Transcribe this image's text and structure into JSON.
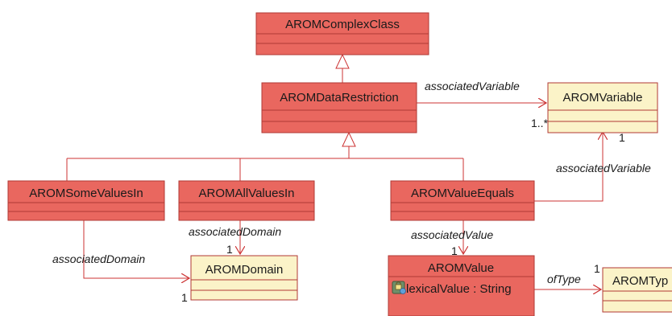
{
  "classes": {
    "complex": {
      "name": "AROMComplexClass"
    },
    "restriction": {
      "name": "AROMDataRestriction"
    },
    "variable": {
      "name": "AROMVariable"
    },
    "some_values": {
      "name": "AROMSomeValuesIn"
    },
    "all_values": {
      "name": "AROMAllValuesIn"
    },
    "value_equals": {
      "name": "AROMValueEquals"
    },
    "domain": {
      "name": "AROMDomain"
    },
    "value": {
      "name": "AROMValue",
      "attribute": "lexicalValue : String",
      "attribute_icon": "lock-attribute-icon"
    },
    "type": {
      "name": "AROMTyp"
    }
  },
  "associations": {
    "restriction_variable": {
      "label": "associatedVariable",
      "multiplicity": "1..*"
    },
    "equals_variable": {
      "label": "associatedVariable",
      "multiplicity": "1"
    },
    "all_domain": {
      "label": "associatedDomain",
      "multiplicity": "1"
    },
    "some_domain": {
      "label": "associatedDomain",
      "multiplicity": "1"
    },
    "equals_value": {
      "label": "associatedValue",
      "multiplicity": "1"
    },
    "value_type": {
      "label": "ofType",
      "multiplicity": "1"
    }
  },
  "colors": {
    "class_fill": "#e9675f",
    "datatype_fill": "#fbf3c8",
    "border": "#b03a34",
    "edge": "#cc3333"
  }
}
